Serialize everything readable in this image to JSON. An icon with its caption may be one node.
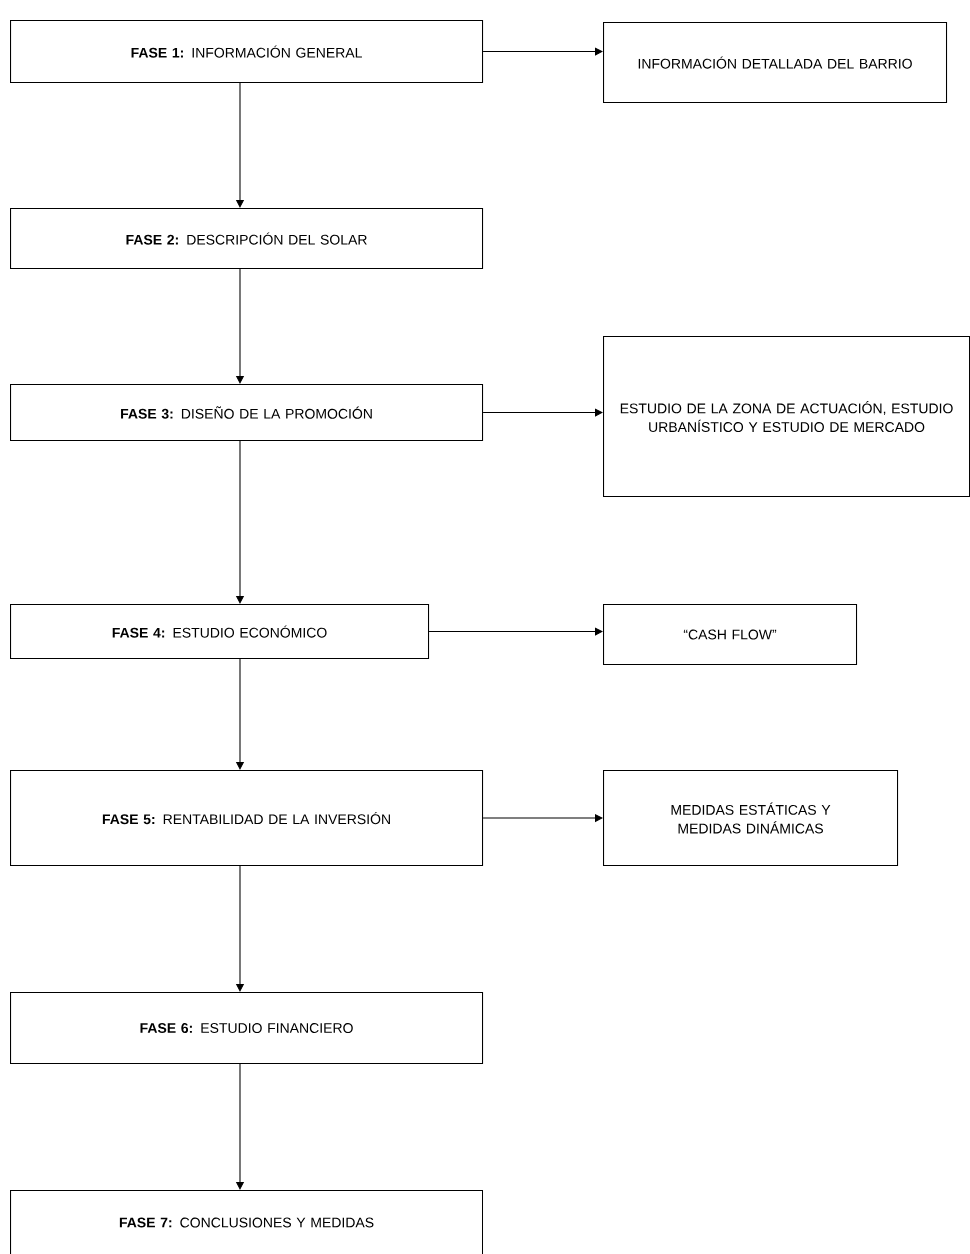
{
  "diagram": {
    "nodes": [
      {
        "text": [
          "**FASE 1:** INFORMACIÓN GENERAL"
        ]
      },
      {
        "text": [
          "INFORMACIÓN DETALLADA DEL BARRIO"
        ]
      },
      {
        "text": [
          "**FASE 2:** DESCRIPCIÓN DEL SOLAR"
        ]
      },
      {
        "text": [
          "**FASE 3:** DISEÑO DE LA PROMOCIÓN"
        ]
      },
      {
        "text": [
          "ESTUDIO DE LA ZONA DE ACTUACIÓN, ESTUDIO URBANÍSTICO Y ESTUDIO DE MERCADO"
        ]
      },
      {
        "text": [
          "**FASE 4:** ESTUDIO ECONÓMICO"
        ]
      },
      {
        "text": [
          "“CASH FLOW”"
        ]
      },
      {
        "text": [
          "**FASE 5:** RENTABILIDAD DE LA INVERSIÓN"
        ]
      },
      {
        "text": [
          "MEDIDAS ESTÁTICAS Y MEDIDAS DINÁMICAS"
        ]
      },
      {
        "text": [
          "**FASE 6:** ESTUDIO FINANCIERO"
        ]
      },
      {
        "text": [
          "**FASE 7:** CONCLUSIONES Y MEDIDAS"
        ]
      }
    ],
    "edges": [
      {
        "from": 0,
        "to": 1,
        "arrow": "to"
      },
      {
        "from": 0,
        "to": 2,
        "arrow": "to"
      },
      {
        "from": 2,
        "to": 3,
        "arrow": "to"
      },
      {
        "from": 3,
        "to": 4,
        "arrow": "to"
      },
      {
        "from": 3,
        "to": 5,
        "arrow": "to"
      },
      {
        "from": 5,
        "to": 6,
        "arrow": "to"
      },
      {
        "from": 5,
        "to": 7,
        "arrow": "to"
      },
      {
        "from": 7,
        "to": 8,
        "arrow": "to"
      },
      {
        "from": 7,
        "to": 9,
        "arrow": "to"
      },
      {
        "from": 9,
        "to": 10,
        "arrow": "to"
      }
    ]
  }
}
